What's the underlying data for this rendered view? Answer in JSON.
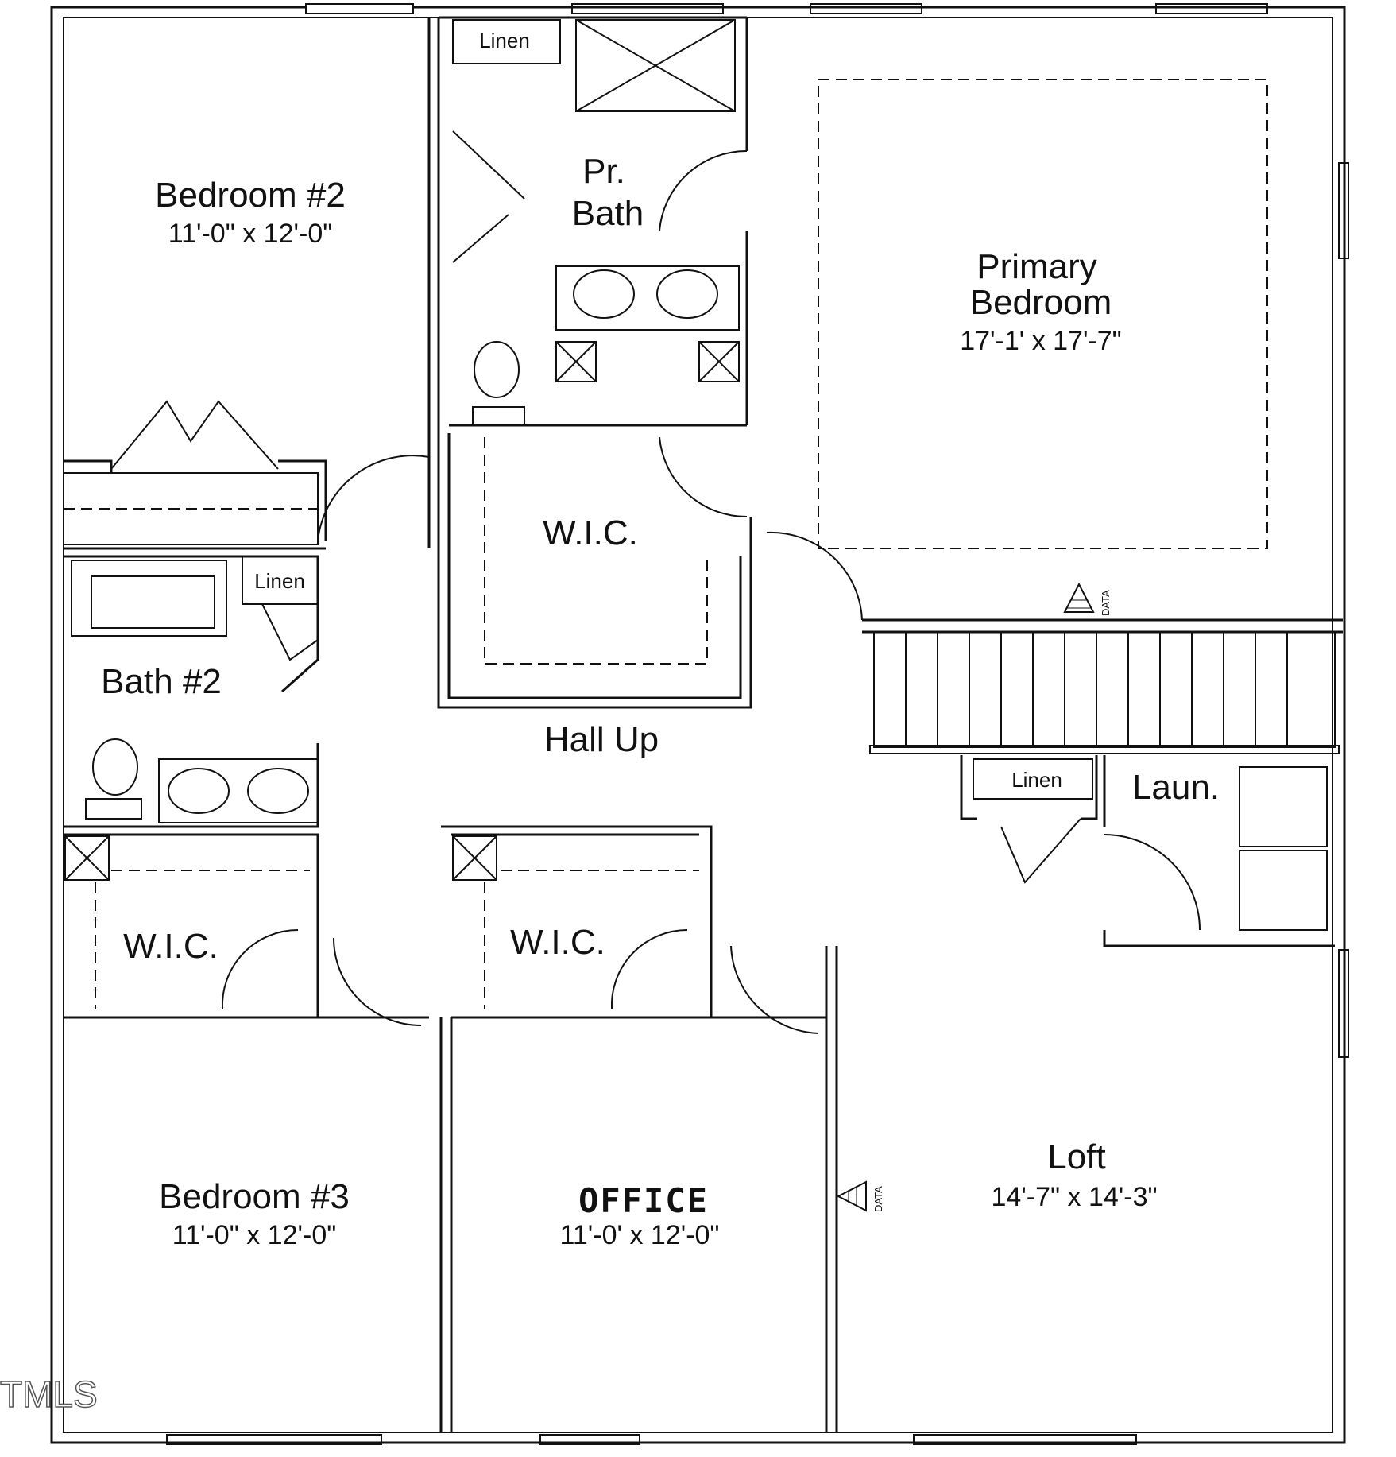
{
  "rooms": {
    "bedroom2": {
      "name": "Bedroom #2",
      "dims": "11'-0\" x 12'-0\""
    },
    "pr_bath": {
      "line1": "Pr.",
      "line2": "Bath"
    },
    "primary_bedroom": {
      "line1": "Primary",
      "line2": "Bedroom",
      "dims": "17'-1' x 17'-7\""
    },
    "wic_primary": {
      "name": "W.I.C."
    },
    "bath2": {
      "name": "Bath #2"
    },
    "hall": {
      "name": "Hall Up"
    },
    "laundry": {
      "name": "Laun."
    },
    "wic_bed3": {
      "name": "W.I.C."
    },
    "wic_office": {
      "name": "W.I.C."
    },
    "bedroom3": {
      "name": "Bedroom #3",
      "dims": "11'-0\" x 12'-0\""
    },
    "office": {
      "name": "OFFICE",
      "dims": "11'-0' x 12'-0\""
    },
    "loft": {
      "name": "Loft",
      "dims": "14'-7\" x 14'-3\""
    }
  },
  "closets": {
    "linen_pr_bath": "Linen",
    "linen_bath2": "Linen",
    "linen_hall": "Linen"
  },
  "markers": {
    "data_stairs": "DATA",
    "data_loft": "DATA"
  },
  "watermark": "TMLS"
}
